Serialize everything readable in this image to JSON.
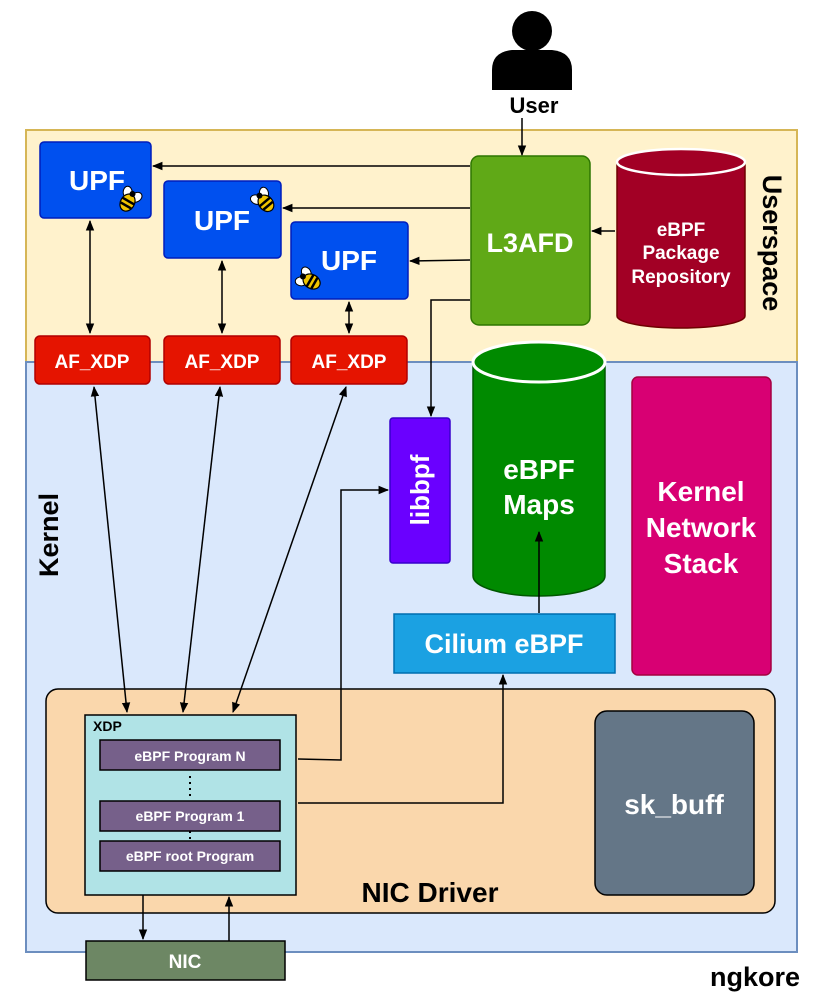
{
  "user": {
    "label": "User"
  },
  "zones": {
    "userspace": "Userspace",
    "kernel": "Kernel",
    "nic_driver": "NIC Driver"
  },
  "upf": [
    {
      "label": "UPF"
    },
    {
      "label": "UPF"
    },
    {
      "label": "UPF"
    }
  ],
  "af_xdp": [
    {
      "label": "AF_XDP"
    },
    {
      "label": "AF_XDP"
    },
    {
      "label": "AF_XDP"
    }
  ],
  "l3afd": {
    "label": "L3AFD"
  },
  "repository": {
    "line1": "eBPF",
    "line2": "Package",
    "line3": "Repository"
  },
  "libbpf": {
    "label": "libbpf"
  },
  "maps": {
    "line1": "eBPF",
    "line2": "Maps"
  },
  "kernel_stack": {
    "line1": "Kernel",
    "line2": "Network",
    "line3": "Stack"
  },
  "cilium": {
    "label": "Cilium eBPF"
  },
  "xdp": {
    "title": "XDP",
    "programs": [
      "eBPF Program N",
      "eBPF Program 1",
      "eBPF root Program"
    ]
  },
  "sk_buff": {
    "label": "sk_buff"
  },
  "nic": {
    "label": "NIC"
  },
  "footer": {
    "brand": "ngkore"
  },
  "colors": {
    "userspace_bg": "#fff2cc",
    "userspace_border": "#d6b656",
    "kernel_bg": "#dae8fc",
    "kernel_border": "#6c8ebf",
    "driver_bg": "#fad7ac",
    "upf": "#0050ef",
    "af_xdp": "#e51400",
    "l3afd": "#60a917",
    "repository": "#a20025",
    "libbpf": "#6a00ff",
    "maps": "#008a00",
    "kernel_stack": "#d80073",
    "cilium": "#1ba1e2",
    "xdp_bg": "#b0e3e6",
    "program": "#76608a",
    "sk_buff": "#647687",
    "nic": "#6d8764"
  }
}
